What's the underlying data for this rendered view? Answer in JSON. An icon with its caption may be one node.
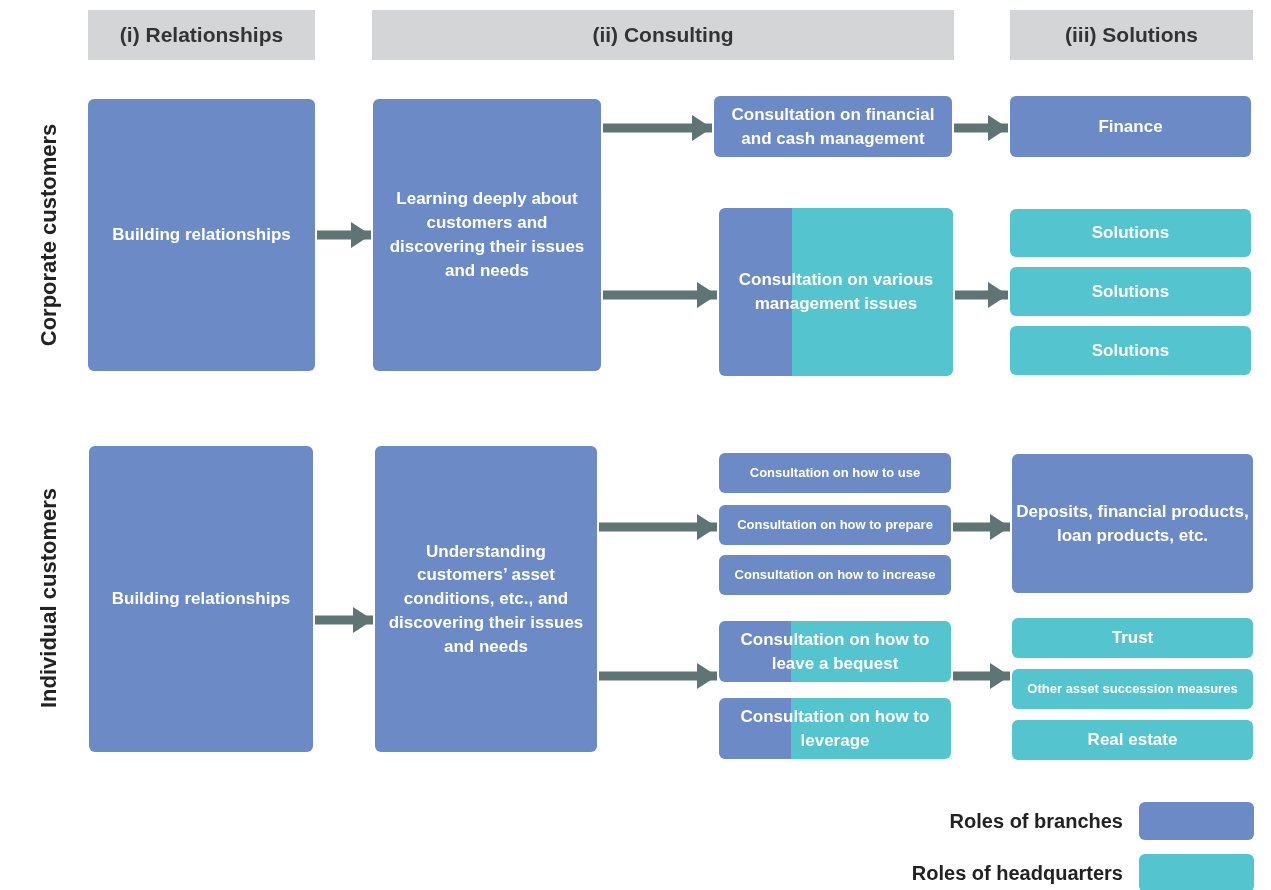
{
  "diagram": {
    "nodes": [
      {
        "text": [
          "(i) Relationships"
        ]
      },
      {
        "text": [
          "(ii) Consulting"
        ]
      },
      {
        "text": [
          "(iii) Solutions"
        ]
      },
      {
        "text": [
          "Building relationships"
        ]
      },
      {
        "text": [
          "Learning deeply about customers and discovering their issues and needs"
        ]
      },
      {
        "text": [
          "Consultation on financial and cash management"
        ]
      },
      {
        "text": [
          "Consultation on various management issues"
        ]
      },
      {
        "text": [
          "Finance"
        ]
      },
      {
        "text": [
          "Solutions"
        ]
      },
      {
        "text": [
          "Solutions"
        ]
      },
      {
        "text": [
          "Solutions"
        ]
      },
      {
        "text": [
          "Building relationships"
        ]
      },
      {
        "text": [
          "Understanding customers’ asset conditions, etc., and discovering their issues and needs"
        ]
      },
      {
        "text": [
          "Consultation on how to use"
        ]
      },
      {
        "text": [
          "Consultation on how to prepare"
        ]
      },
      {
        "text": [
          "Consultation on how to increase"
        ]
      },
      {
        "text": [
          "Consultation on how to leave a bequest"
        ]
      },
      {
        "text": [
          "Consultation on how to leverage"
        ]
      },
      {
        "text": [
          "Deposits, financial products, loan products, etc."
        ]
      },
      {
        "text": [
          "Trust"
        ]
      },
      {
        "text": [
          "Other asset succession measures"
        ]
      },
      {
        "text": [
          "Real estate"
        ]
      }
    ],
    "edges": [
      {
        "from": 3,
        "to": 4,
        "arrow": "to"
      },
      {
        "from": 4,
        "to": 5,
        "arrow": "to"
      },
      {
        "from": 4,
        "to": 6,
        "arrow": "to"
      },
      {
        "from": 5,
        "to": 7,
        "arrow": "to"
      },
      {
        "from": 6,
        "to": 9,
        "arrow": "to"
      },
      {
        "from": 11,
        "to": 12,
        "arrow": "to"
      },
      {
        "from": 12,
        "to": 14,
        "arrow": "to"
      },
      {
        "from": 12,
        "to": 16,
        "arrow": "to"
      },
      {
        "from": 14,
        "to": 18,
        "arrow": "to"
      },
      {
        "from": 16,
        "to": 20,
        "arrow": "to"
      }
    ],
    "labels": [
      "Corporate customers",
      "Individual customers"
    ],
    "legend": [
      {
        "text": "Roles of branches",
        "color": "#6b8ac6"
      },
      {
        "text": "Roles of headquarters",
        "color": "#54c4ce"
      }
    ]
  }
}
